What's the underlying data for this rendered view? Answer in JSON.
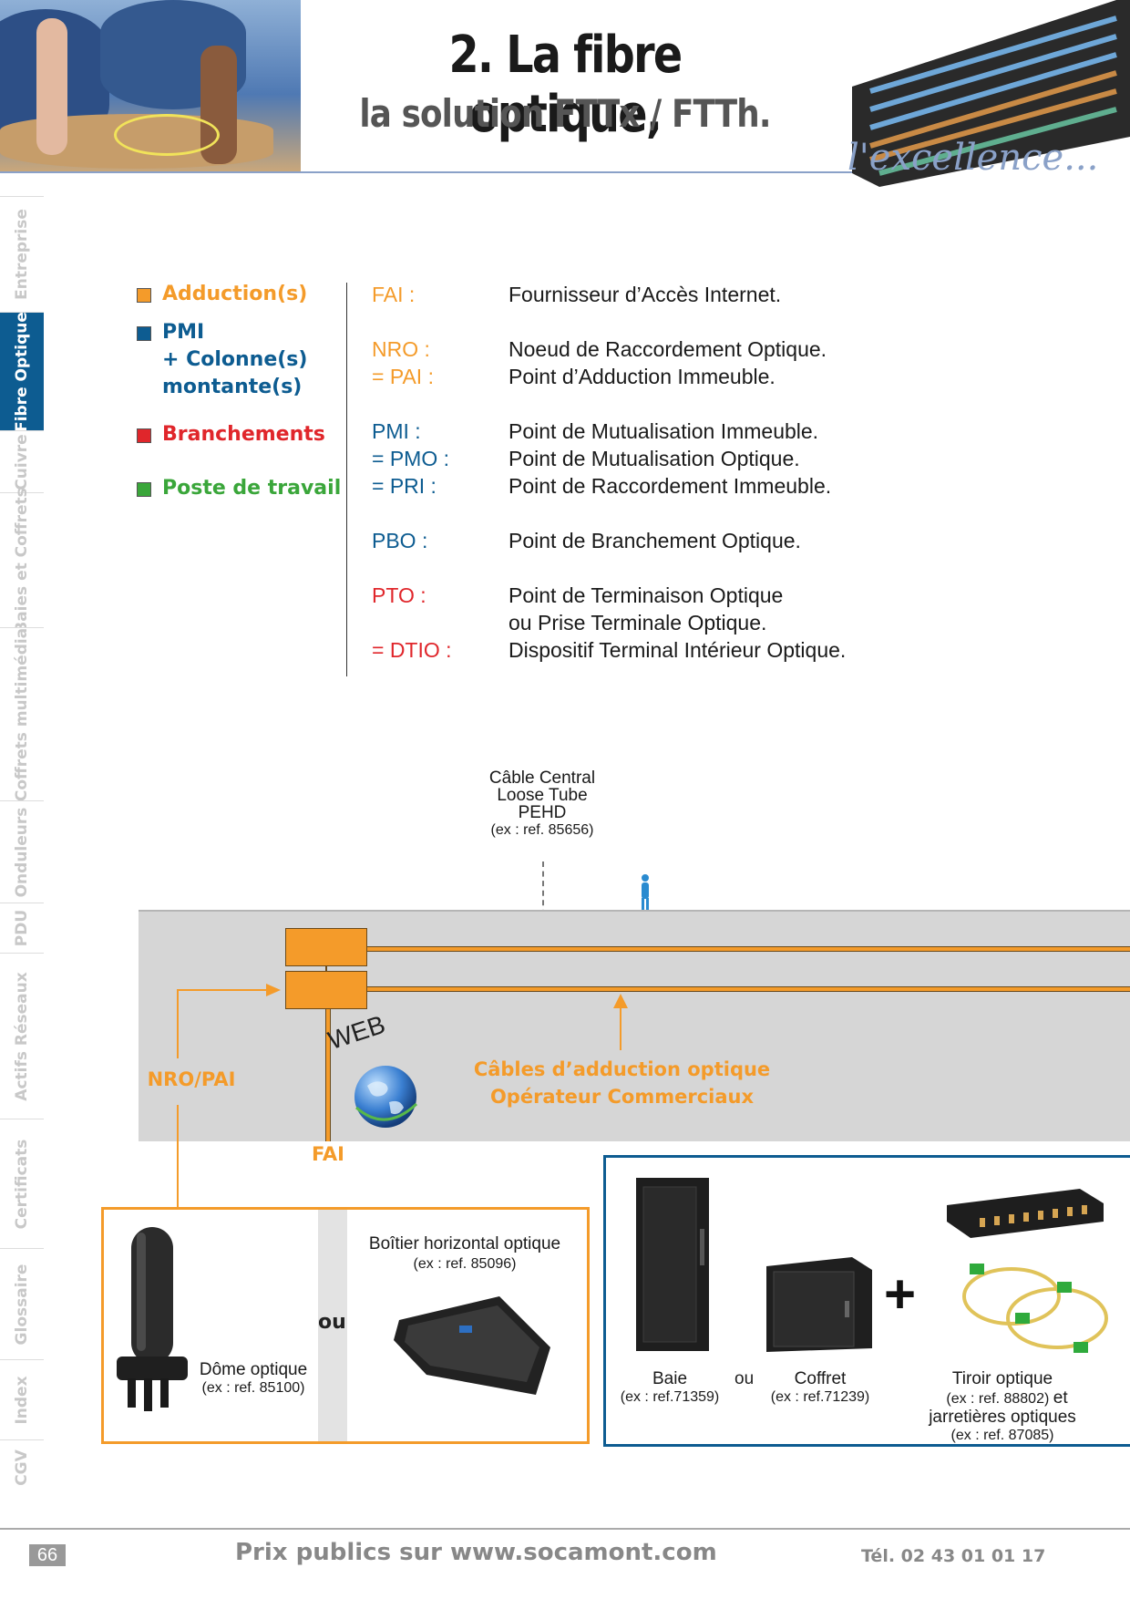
{
  "header": {
    "title": "2. La fibre optique,",
    "subtitle": "la solution FTTx / FTTh.",
    "tagline": "l'excellence..."
  },
  "sidebar": {
    "items": [
      {
        "label": "Entreprise",
        "active": false
      },
      {
        "label": "Fibre Optique",
        "active": true
      },
      {
        "label": "Cuivre",
        "active": false
      },
      {
        "label": "Baies et Coffrets",
        "active": false
      },
      {
        "label": "Coffrets multimédia",
        "active": false
      },
      {
        "label": "Onduleurs",
        "active": false
      },
      {
        "label": "PDU",
        "active": false
      },
      {
        "label": "Actifs Réseaux",
        "active": false
      },
      {
        "label": "Certificats",
        "active": false
      },
      {
        "label": "Glossaire",
        "active": false
      },
      {
        "label": "Index",
        "active": false
      },
      {
        "label": "CGV",
        "active": false
      }
    ]
  },
  "legend": {
    "items": [
      {
        "lines": [
          "Adduction(s)"
        ],
        "color": "#f49b2a"
      },
      {
        "lines": [
          "PMI",
          "+ Colonne(s)",
          "montante(s)"
        ],
        "color": "#0d5c91"
      },
      {
        "lines": [
          "Branchements"
        ],
        "color": "#e0262b"
      },
      {
        "lines": [
          "Poste de travail"
        ],
        "color": "#3aa63a"
      }
    ]
  },
  "definitions": {
    "colors": {
      "orange": "#f49b2a",
      "blue": "#0d5c91",
      "red": "#e0262b"
    },
    "groups": [
      {
        "color": "orange",
        "rows": [
          {
            "term": "FAI :",
            "text": "Fournisseur d’Accès Internet."
          }
        ]
      },
      {
        "color": "orange",
        "rows": [
          {
            "term": "NRO :",
            "text": "Noeud de Raccordement Optique."
          },
          {
            "term": "= PAI :",
            "text": "Point d’Adduction Immeuble."
          }
        ]
      },
      {
        "color": "blue",
        "rows": [
          {
            "term": "PMI :",
            "text": "Point de Mutualisation Immeuble."
          },
          {
            "term": "= PMO :",
            "text": "Point de Mutualisation Optique."
          },
          {
            "term": "= PRI :",
            "text": "Point de Raccordement Immeuble."
          }
        ]
      },
      {
        "color": "blue",
        "rows": [
          {
            "term": "PBO :",
            "text": "Point de Branchement Optique."
          }
        ]
      },
      {
        "color": "red",
        "rows": [
          {
            "term": "PTO :",
            "text": "Point de Terminaison Optique"
          },
          {
            "term": "",
            "text": "ou Prise Terminale Optique."
          },
          {
            "term": "= DTIO :",
            "text": "Dispositif  Terminal Intérieur Optique."
          }
        ]
      }
    ]
  },
  "diagram": {
    "cable_label": [
      "Câble Central",
      "Loose Tube",
      "PEHD"
    ],
    "cable_ref": "(ex : ref. 85656)",
    "nro_label": "NRO/PAI",
    "fai_label": "FAI",
    "web_label": "WEB",
    "adduction_label": [
      "Câbles d’adduction optique",
      "Opérateur Commerciaux"
    ]
  },
  "orange_box": {
    "dome_label": "Dôme optique",
    "dome_ref": "(ex : ref. 85100)",
    "ou": "ou",
    "boitier_label": "Boîtier horizontal optique",
    "boitier_ref": "(ex : ref. 85096)"
  },
  "blue_box": {
    "baie_label": "Baie",
    "baie_ref": "(ex : ref.71359)",
    "ou": "ou",
    "coffret_label": "Coffret",
    "coffret_ref": "(ex : ref.71239)",
    "plus": "+",
    "tiroir_label": "Tiroir optique",
    "tiroir_ref_a": "(ex : ref. 88802)",
    "tiroir_et": "et",
    "jarretieres_label": "jarretières optiques",
    "jarretieres_ref": "(ex : ref. 87085)"
  },
  "footer": {
    "page": "66",
    "prix": "Prix publics sur www.socamont.com",
    "tel": "Tél. 02 43 01 01 17"
  }
}
